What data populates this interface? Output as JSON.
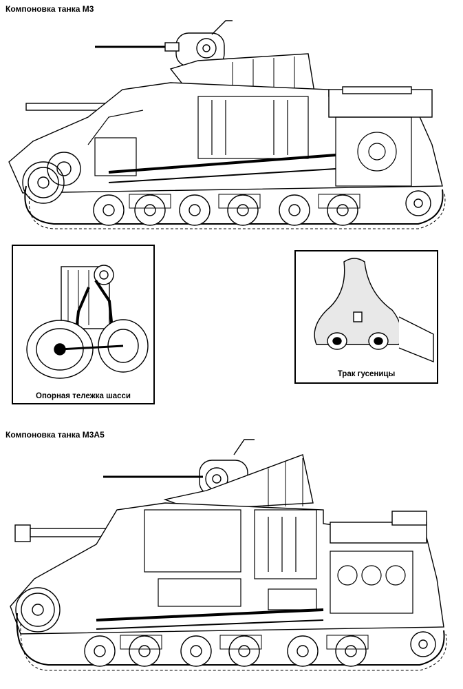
{
  "captions": {
    "top_title": "Компоновка танка М3",
    "bottom_title": "Компоновка танка М3А5"
  },
  "insets": {
    "bogie_label": "Опорная тележка шасси",
    "track_label": "Трак гусеницы"
  }
}
